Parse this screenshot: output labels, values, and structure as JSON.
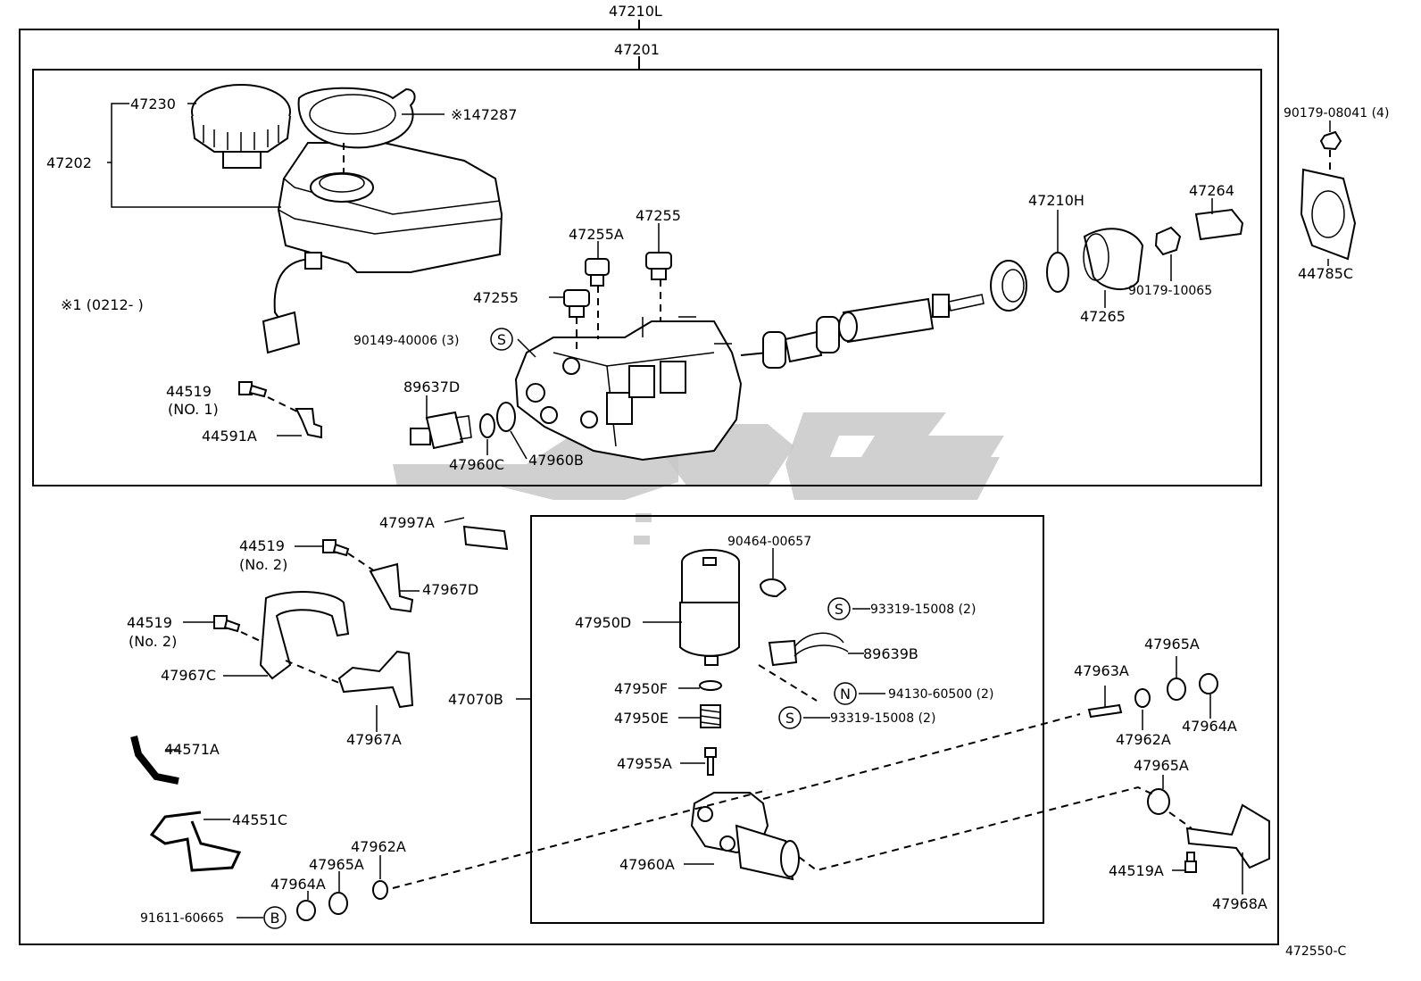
{
  "labels": {
    "l47210L": "47210L",
    "l47201": "47201",
    "l47230": "47230",
    "l47202": "47202",
    "l147287": "※147287",
    "lnote1": "※1 (0212-        )",
    "l47255A": "47255A",
    "l47255_top": "47255",
    "l47255_mid": "47255",
    "l90149": "90149-40006 (3)",
    "l89637D": "89637D",
    "l44519_no1": "44519",
    "l_no1": "(NO. 1)",
    "l44591A": "44591A",
    "l47960C": "47960C",
    "l47960B": "47960B",
    "l47210H": "47210H",
    "l47264": "47264",
    "l90179_10065": "90179-10065",
    "l47265": "47265",
    "l90179_08041": "90179-08041 (4)",
    "l44785C": "44785C",
    "l47997A": "47997A",
    "l44519_no2a": "44519",
    "l_no2a": "(No. 2)",
    "l47967D": "47967D",
    "l44519_no2b": "44519",
    "l_no2b": "(No. 2)",
    "l47967C": "47967C",
    "l47967A": "47967A",
    "l44571A": "44571A",
    "l44551C": "44551C",
    "l47962A_l": "47962A",
    "l47965A_l": "47965A",
    "l47964A_l": "47964A",
    "l91611": "91611-60665",
    "l90464": "90464-00657",
    "l47950D": "47950D",
    "l93319_a": "93319-15008 (2)",
    "l89639B": "89639B",
    "l47070B": "47070B",
    "l47950F": "47950F",
    "l47950E": "47950E",
    "l94130": "94130-60500 (2)",
    "l93319_b": "93319-15008 (2)",
    "l47955A": "47955A",
    "l47960A": "47960A",
    "l47963A": "47963A",
    "l47965A_r1": "47965A",
    "l47962A_r": "47962A",
    "l47964A_r": "47964A",
    "l47965A_r2": "47965A",
    "l44519A": "44519A",
    "l47968A": "47968A",
    "l472550C": "472550-C"
  },
  "symbols": {
    "s1": "S",
    "s2": "S",
    "s3": "S",
    "n1": "N",
    "b1": "B"
  }
}
